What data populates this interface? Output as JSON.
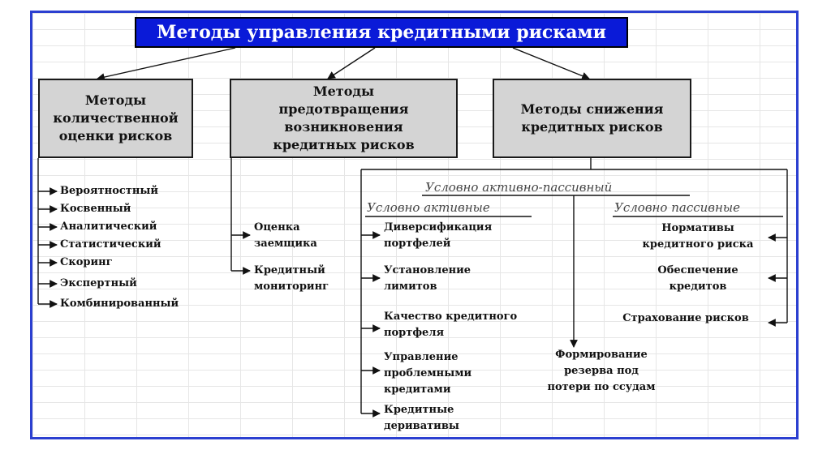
{
  "title": "Методы управления кредитными рисками",
  "boxes": {
    "quant": [
      "Методы",
      "количественной",
      "оценки рисков"
    ],
    "prevent": [
      "Методы",
      "предотвращения",
      "возникновения",
      "кредитных рисков"
    ],
    "reduce": [
      "Методы снижения",
      "кредитных рисков"
    ]
  },
  "quant_items": [
    "Вероятностный",
    "Косвенный",
    "Аналитический",
    "Статистический",
    "Скоринг",
    "Экспертный",
    "Комбинированный"
  ],
  "prevent_items": [
    [
      "Оценка",
      "заемщика"
    ],
    [
      "Кредитный",
      "мониторинг"
    ]
  ],
  "categories": {
    "mixed": "Условно активно-пассивный",
    "active": "Условно активные",
    "passive": "Условно пассивные"
  },
  "active_items": [
    [
      "Диверсификация",
      "портфелей"
    ],
    [
      "Установление",
      "лимитов"
    ],
    [
      "Качество кредитного",
      "портфеля"
    ],
    [
      "Управление",
      "проблемными",
      "кредитами"
    ],
    [
      "Кредитные",
      "деривативы"
    ]
  ],
  "passive_items": [
    [
      "Нормативы",
      "кредитного риска"
    ],
    [
      "Обеспечение",
      "кредитов"
    ],
    [
      "Страхование рисков"
    ]
  ],
  "center_item": [
    "Формирование",
    "резерва под",
    "потери по ссудам"
  ]
}
